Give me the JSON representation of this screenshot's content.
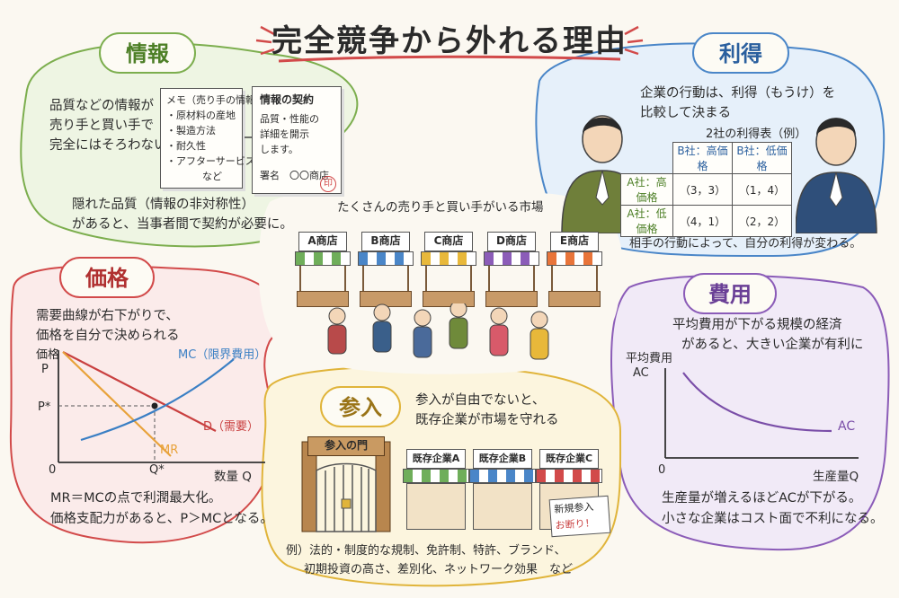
{
  "title": "完全競争から外れる理由",
  "colors": {
    "info": "#7cae4e",
    "profit": "#4a86c8",
    "price": "#d24a4a",
    "cost": "#8b5cb8",
    "entry": "#e0b43a",
    "mc": "#3a7fc4",
    "demand": "#c94040",
    "mr": "#e8a23a",
    "ac": "#7a4ea8"
  },
  "info": {
    "badge": "情報",
    "text": [
      "品質などの情報が",
      "売り手と買い手で",
      "完全にはそろわない"
    ],
    "memo_title": "メモ（売り手の情報）",
    "memo_items": [
      "・原材料の産地",
      "・製造方法",
      "・耐久性",
      "・アフターサービス",
      "など"
    ],
    "contract_title": "情報の契約",
    "contract_body": [
      "品質・性能の",
      "詳細を開示",
      "します。"
    ],
    "contract_sign": "署名　〇〇商店",
    "stamp": "印",
    "note_line1": "隠れた品質（情報の非対称性）",
    "note_line2": "があると、当事者間で契約が必要に。"
  },
  "profit": {
    "badge": "利得",
    "text": [
      "企業の行動は、利得（もうけ）を",
      "比較して決まる"
    ],
    "table_title": "2社の利得表（例）",
    "col_headers": [
      "B社：高価格",
      "B社：低価格"
    ],
    "row_headers": [
      "A社：高価格",
      "A社：低価格"
    ],
    "cells": [
      [
        "（3，3）",
        "（1，4）"
      ],
      [
        "（4，1）",
        "（2，2）"
      ]
    ],
    "note": "相手の行動によって、自分の利得が変わる。"
  },
  "market": {
    "label": "たくさんの売り手と買い手がいる市場",
    "shops": [
      "A商店",
      "B商店",
      "C商店",
      "D商店",
      "E商店"
    ]
  },
  "price": {
    "badge": "価格",
    "text": [
      "需要曲線が右下がりで、",
      "価格を自分で決められる"
    ],
    "ylabel": [
      "価格",
      "P"
    ],
    "xlabel": "数量 Q",
    "origin": "0",
    "pstar": "P*",
    "qstar": "Q*",
    "mc_label": "MC（限界費用）",
    "d_label": "D（需要）",
    "mr_label": "MR",
    "note": [
      "MR＝MCの点で利潤最大化。",
      "価格支配力があると、P＞MCとなる。"
    ]
  },
  "cost": {
    "badge": "費用",
    "text": [
      "平均費用が下がる規模の経済",
      "があると、大きい企業が有利に"
    ],
    "ylabel": [
      "平均費用",
      "AC"
    ],
    "xlabel": "生産量Q",
    "origin": "0",
    "curve_label": "AC",
    "note": [
      "生産量が増えるほどACが下がる。",
      "小さな企業はコスト面で不利になる。"
    ]
  },
  "entry": {
    "badge": "参入",
    "text": [
      "参入が自由でないと、",
      "既存企業が市場を守れる"
    ],
    "gate": "参入の門",
    "firms": [
      "既存企業A",
      "既存企業B",
      "既存企業C"
    ],
    "sign": [
      "新規参入",
      "お断り！"
    ],
    "examples": [
      "例）法的・制度的な規制、免許制、特許、ブランド、",
      "初期投資の高さ、差別化、ネットワーク効果　など"
    ]
  }
}
